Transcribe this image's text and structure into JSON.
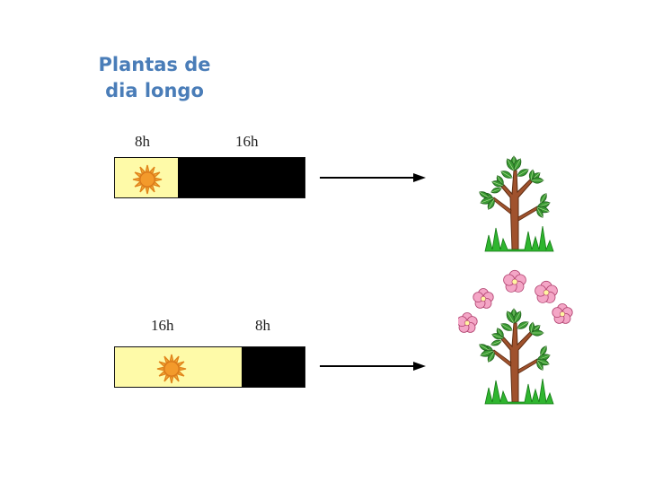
{
  "title": "Plantas  de dia longo",
  "rows": [
    {
      "day_label": "8h",
      "night_label": "16h",
      "day_hours": 8,
      "night_hours": 16,
      "flowering": false
    },
    {
      "day_label": "16h",
      "night_label": "8h",
      "day_hours": 16,
      "night_hours": 8,
      "flowering": true
    }
  ],
  "colors": {
    "title": "#4a7db8",
    "day": "#fefaa8",
    "night": "#000000",
    "sun": "#f39a2b",
    "flower": "#f4a6c6",
    "leaf": "#3a9a33",
    "trunk": "#a0522d",
    "grass": "#2fb52f"
  },
  "icons": [
    "sun-icon",
    "arrow-right-icon",
    "tree-icon",
    "flowering-tree-icon"
  ]
}
